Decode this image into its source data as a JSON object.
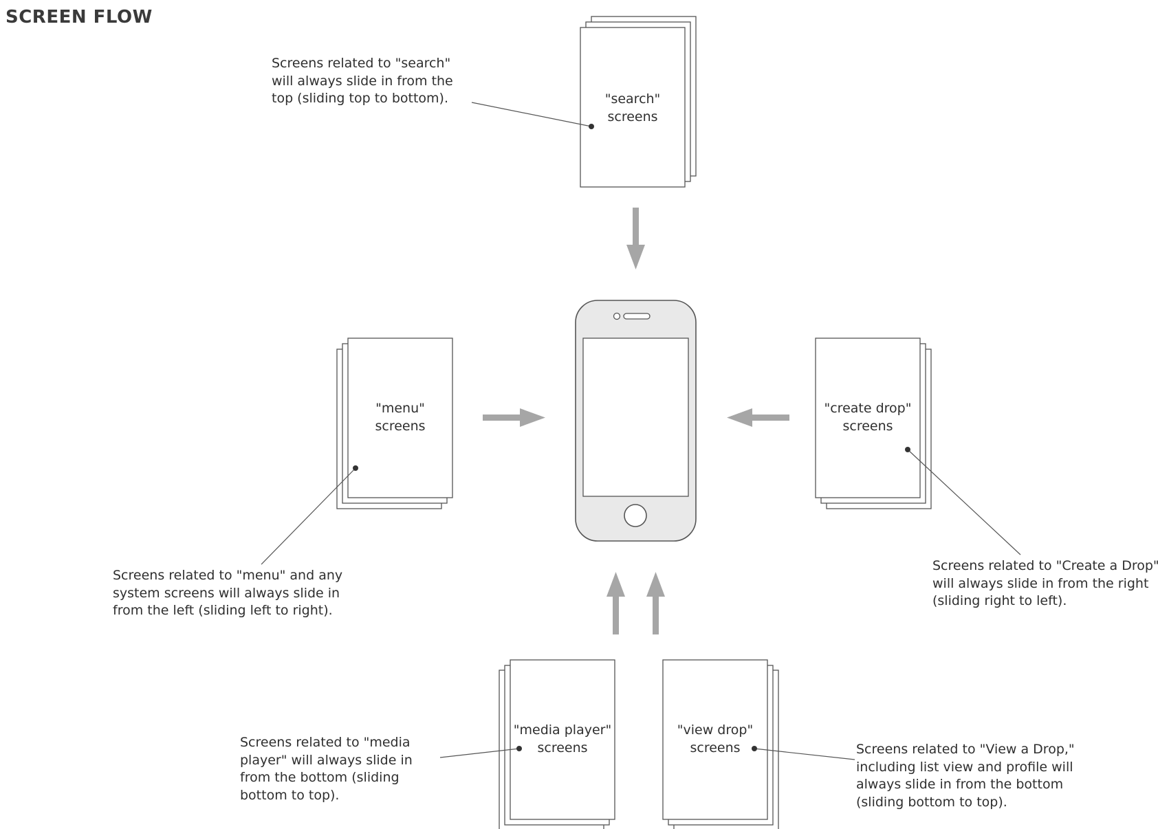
{
  "title": "SCREEN FLOW",
  "stacks": {
    "search": [
      "\"search\"",
      "screens"
    ],
    "menu": [
      "\"menu\"",
      "screens"
    ],
    "create_drop": [
      "\"create drop\"",
      "screens"
    ],
    "media_player": [
      "\"media player\"",
      "screens"
    ],
    "view_drop": [
      "\"view drop\"",
      "screens"
    ]
  },
  "notes": {
    "search": [
      "Screens related to \"search\"",
      "will always slide in from the",
      "top (sliding top to bottom)."
    ],
    "menu": [
      "Screens related to \"menu\" and any",
      "system screens will always slide in",
      "from the left (sliding left to right)."
    ],
    "create_drop": [
      "Screens related to \"Create a Drop\"",
      "will always slide in from the right",
      "(sliding right to left)."
    ],
    "media_player": [
      "Screens related to \"media",
      "player\" will always slide in",
      "from the bottom (sliding",
      "bottom to top)."
    ],
    "view_drop": [
      "Screens related to \"View a Drop,\"",
      "including list view and profile will",
      "always slide in from the bottom",
      "(sliding bottom to top)."
    ]
  },
  "colors": {
    "arrow": "#a6a6a6",
    "stroke": "#555555",
    "phone_fill": "#e9e9e9"
  }
}
